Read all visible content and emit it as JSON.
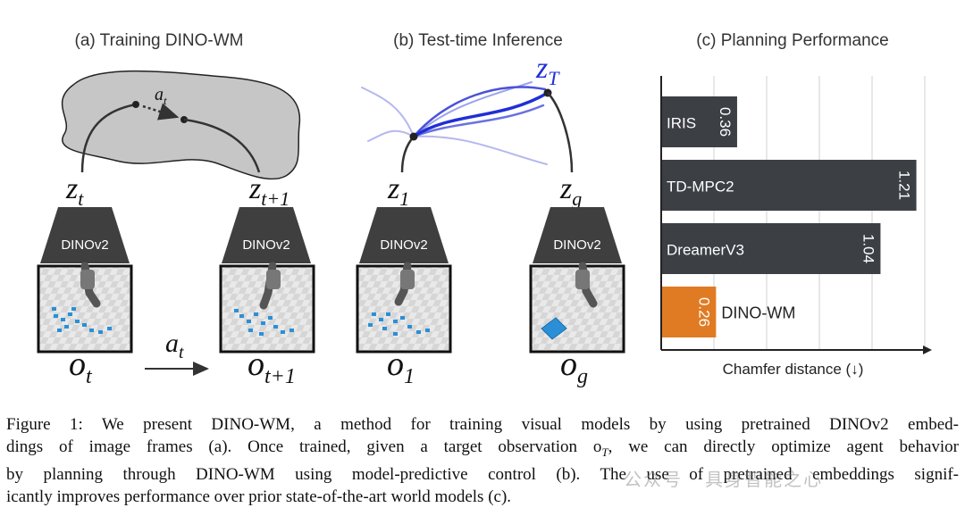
{
  "panels": {
    "a": {
      "title": "(a) Training DINO-WM"
    },
    "b": {
      "title": "(b) Test-time Inference"
    },
    "c": {
      "title": "(c) Planning Performance"
    }
  },
  "math": {
    "z": "z",
    "o": "o",
    "a": "a",
    "t": "t",
    "t1": "t+1",
    "one": "1",
    "g": "g",
    "T": "T"
  },
  "encoder_label": "DINOv2",
  "chart_data": {
    "type": "bar",
    "orientation": "horizontal",
    "title": "(c) Planning Performance",
    "xlabel": "Chamfer distance (↓)",
    "categories": [
      "IRIS",
      "TD-MPC2",
      "DreamerV3",
      "DINO-WM"
    ],
    "values": [
      0.36,
      1.21,
      1.04,
      0.26
    ],
    "value_labels": [
      "0.36",
      "1.21",
      "1.04",
      "0.26"
    ],
    "xlim": [
      0,
      1.25
    ],
    "grid": true,
    "colors": [
      "#3c3f44",
      "#3c3f44",
      "#3c3f44",
      "#e07b24"
    ]
  },
  "caption": {
    "lines": [
      "Figure 1: We present DINO-WM, a method for training visual models by using pretrained DINOv2 embed-",
      "dings of image frames (a). Once trained, given a target observation o",
      ", we can directly optimize agent behavior",
      "by planning through DINO-WM using model-predictive control (b). The use of pretrained embeddings signif-",
      "icantly improves performance over prior state-of-the-art world models (c)."
    ],
    "sub_T": "T"
  },
  "watermark": "公众号 · 具身智能之心",
  "colors": {
    "bar_dark": "#3c3f44",
    "bar_highlight": "#e07b24",
    "trajectory": "#1f2fd6",
    "latent_blob": "#c9c9c9"
  }
}
